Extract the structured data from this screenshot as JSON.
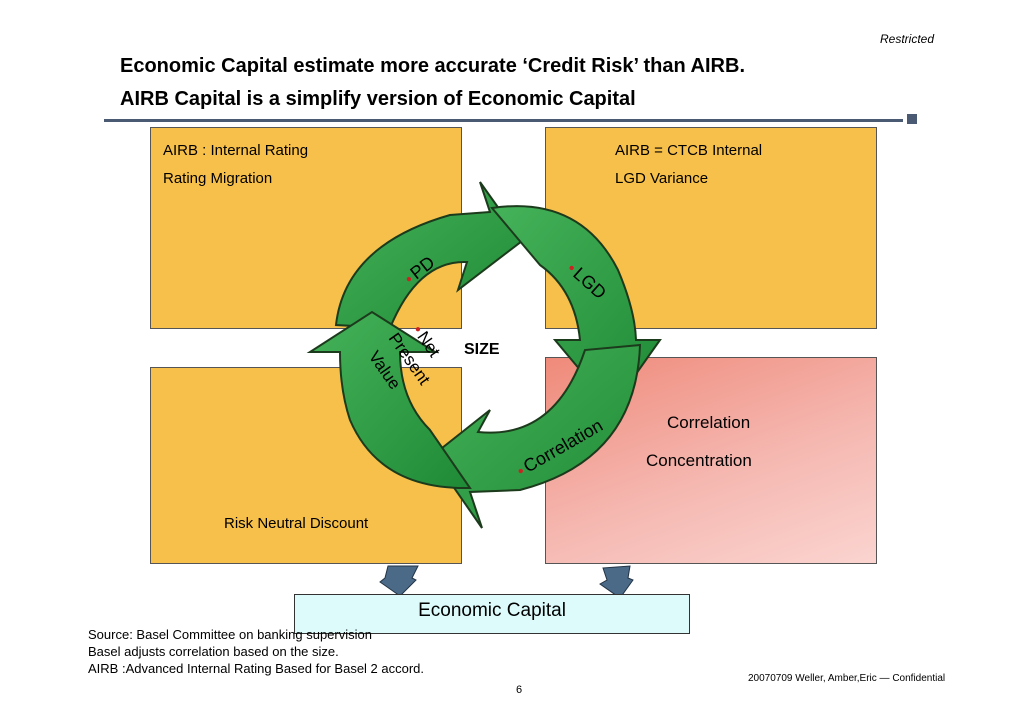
{
  "header": {
    "classification": "Restricted",
    "title_line1": "Economic Capital estimate more accurate ‘Credit Risk’ than AIRB.",
    "title_line2": "AIRB Capital is a simplify version of Economic Capital"
  },
  "quadrants": {
    "top_left": {
      "line1": "AIRB : Internal Rating",
      "line2": "Rating Migration"
    },
    "top_right": {
      "line1": "AIRB = CTCB Internal",
      "line2": "LGD Variance"
    },
    "bottom_left": {
      "line1": "Risk Neutral Discount"
    },
    "bottom_right": {
      "line1": "Correlation",
      "line2": "Concentration"
    }
  },
  "cycle": {
    "center_label": "SIZE",
    "bullet": "•",
    "pd": "PD",
    "lgd": "LGD",
    "correlation": "Correlation",
    "npv_line1": "Net",
    "npv_line2": "Present",
    "npv_line3": "Value"
  },
  "economic_capital_label": "Economic Capital",
  "footer": {
    "source": "Source:  Basel Committee on banking supervision",
    "note1": "Basel adjusts correlation based on the size.",
    "note2": "AIRB :Advanced Internal Rating Based for Basel 2 accord.",
    "page_number": "6",
    "confidential": "20070709 Weller, Amber,Eric — Confidential"
  },
  "colors": {
    "quadrant_yellow": "#f7c04a",
    "quadrant_red": "#ef8a7a",
    "arrow_green": "#2e9e44",
    "bullet_red": "#cc2222",
    "economic_capital_fill": "#ddfbfb",
    "rule": "#4a5a72"
  }
}
